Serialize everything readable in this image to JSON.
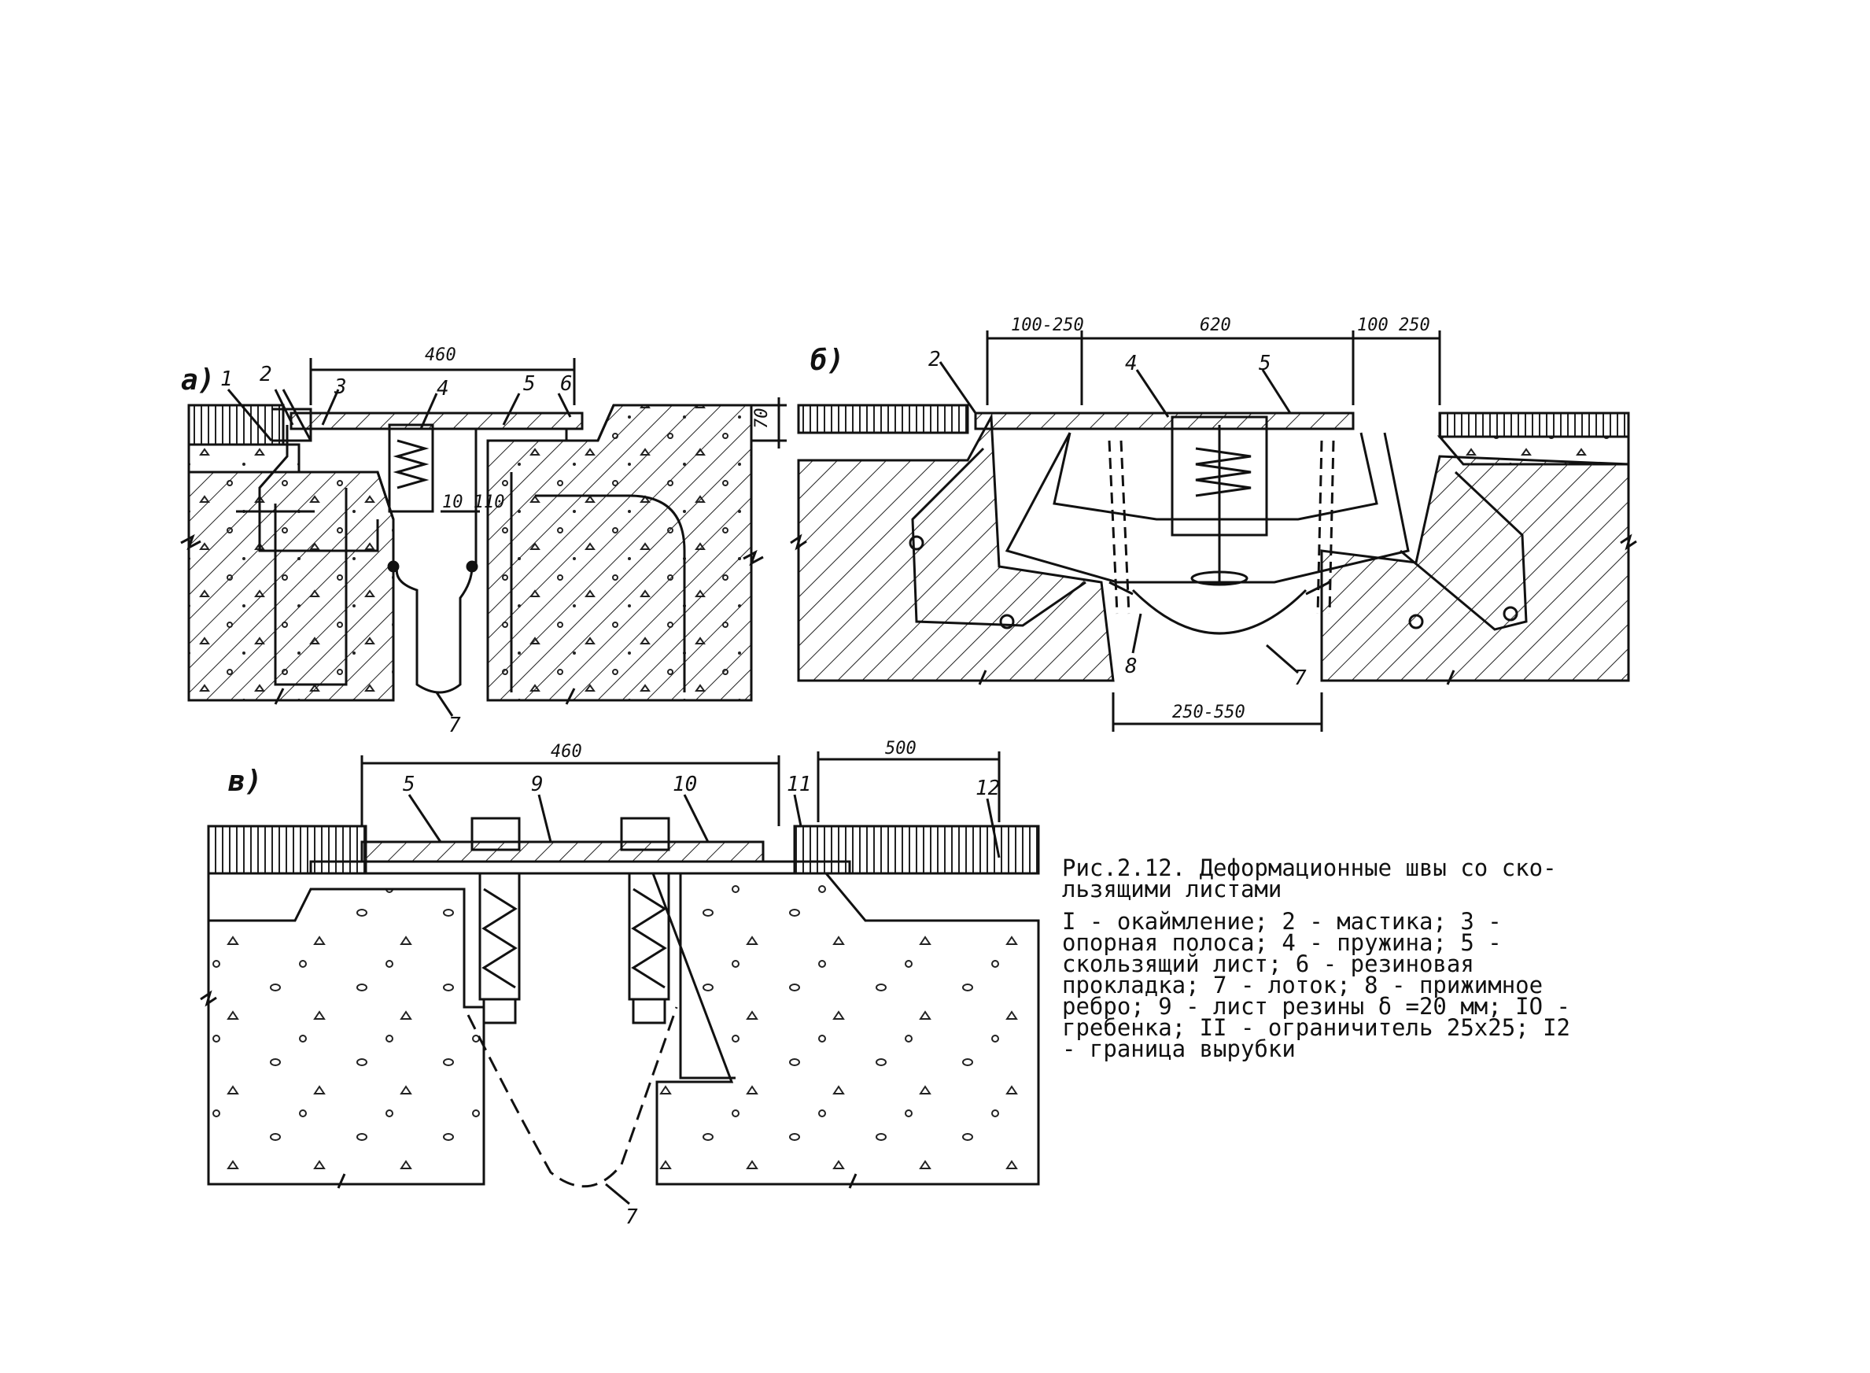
{
  "panels": {
    "a": {
      "label": "а)",
      "callouts": [
        "1",
        "2",
        "3",
        "4",
        "5",
        "6",
        "7"
      ],
      "dims": {
        "top": "460",
        "right": "70",
        "inner": "10 110"
      }
    },
    "b": {
      "label": "б)",
      "callouts": [
        "2",
        "4",
        "5",
        "7",
        "8"
      ],
      "dims": {
        "left": "100-250",
        "mid": "620",
        "right": "100 250",
        "bottom": "250-550"
      }
    },
    "v": {
      "label": "в)",
      "callouts": [
        "5",
        "9",
        "10",
        "11",
        "12",
        "7"
      ],
      "dims": {
        "top": "460",
        "right": "500"
      }
    }
  },
  "caption": {
    "title_line1": "Рис.2.12. Деформационные швы со ско-",
    "title_line2": "льзящими листами",
    "legend": "I - окаймление; 2 - мастика; 3 - опорная полоса; 4 - пружина; 5 - скользящий лист; 6 - резиновая прокладка; 7 - лоток; 8 - прижимное ребро; 9 - лист резины δ =20 мм; IO - гребенка; II - ограничитель 25х25; I2 - граница вырубки"
  }
}
